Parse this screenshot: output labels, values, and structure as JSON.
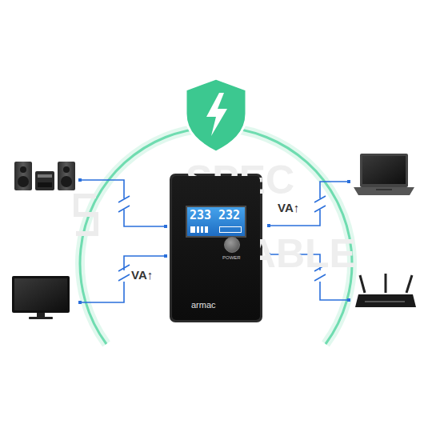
{
  "diagram": {
    "nodes": [
      {
        "text": [
          "POWER",
          "armac"
        ]
      },
      {
        "text": [
          "233",
          "232"
        ],
        "in": 0
      }
    ],
    "labels": [
      "VA↑",
      "VA↑",
      "SPEC",
      "TABLE"
    ]
  }
}
